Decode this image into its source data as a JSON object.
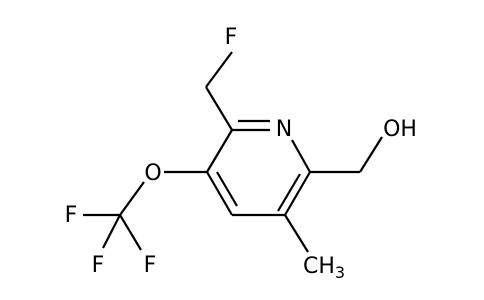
{
  "molecule": {
    "atoms": {
      "F_top": "F",
      "N_ring": "N",
      "OH": "OH",
      "O_ether": "O",
      "F_left": "F",
      "F_bottom_left": "F",
      "F_bottom_right": "F",
      "CH3_main": "CH",
      "CH3_sub": "3"
    }
  }
}
